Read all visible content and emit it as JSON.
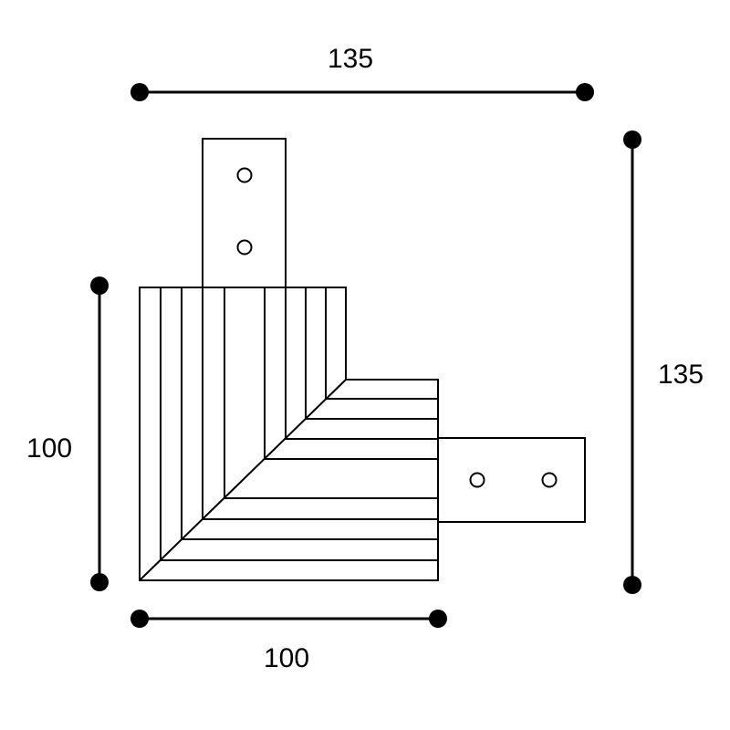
{
  "dimensions": {
    "top_width": "135",
    "right_height": "135",
    "left_height": "100",
    "bottom_width": "100"
  },
  "colors": {
    "stroke": "#000000",
    "background": "#ffffff"
  }
}
